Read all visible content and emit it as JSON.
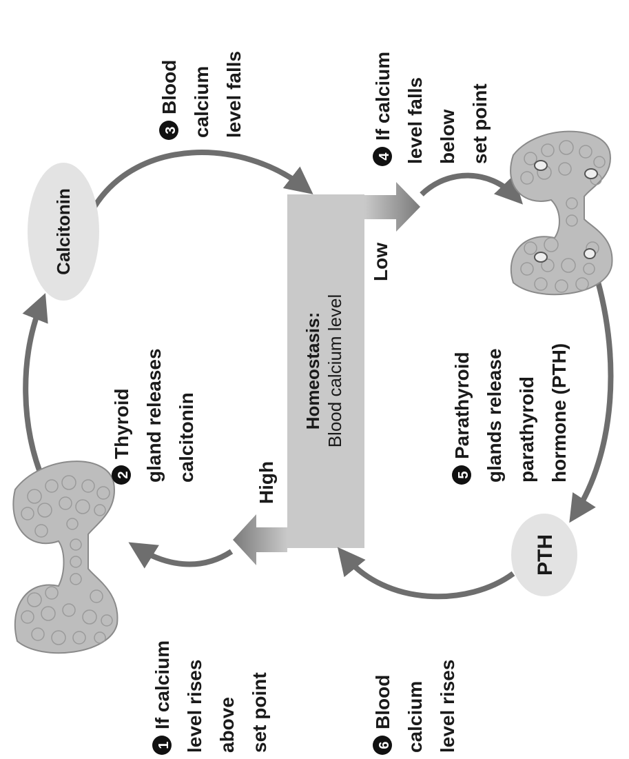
{
  "center_box": {
    "title": "Homeostasis:",
    "subtitle": "Blood calcium level"
  },
  "arrow_labels": {
    "high": "High",
    "low": "Low"
  },
  "hormones": {
    "calcitonin": "Calcitonin",
    "pth": "PTH"
  },
  "steps": [
    {
      "number": "1",
      "lines": [
        "If calcium",
        "level rises",
        "above",
        "set point"
      ]
    },
    {
      "number": "2",
      "lines": [
        "Thyroid",
        "gland releases",
        "calcitonin"
      ]
    },
    {
      "number": "3",
      "lines": [
        "Blood",
        "calcium",
        "level falls"
      ]
    },
    {
      "number": "4",
      "lines": [
        "If calcium",
        "level falls",
        "below",
        "set point"
      ]
    },
    {
      "number": "5",
      "lines": [
        "Parathyroid",
        "glands release",
        "parathyroid",
        "hormone (PTH)"
      ]
    },
    {
      "number": "6",
      "lines": [
        "Blood",
        "calcium",
        "level rises"
      ]
    }
  ],
  "colors": {
    "box": "#c9c9c9",
    "arrow": "#6e6e6e",
    "gland": "#bdbdbd",
    "hormone_oval": "#e3e3e3",
    "step_circle": "#111111"
  }
}
